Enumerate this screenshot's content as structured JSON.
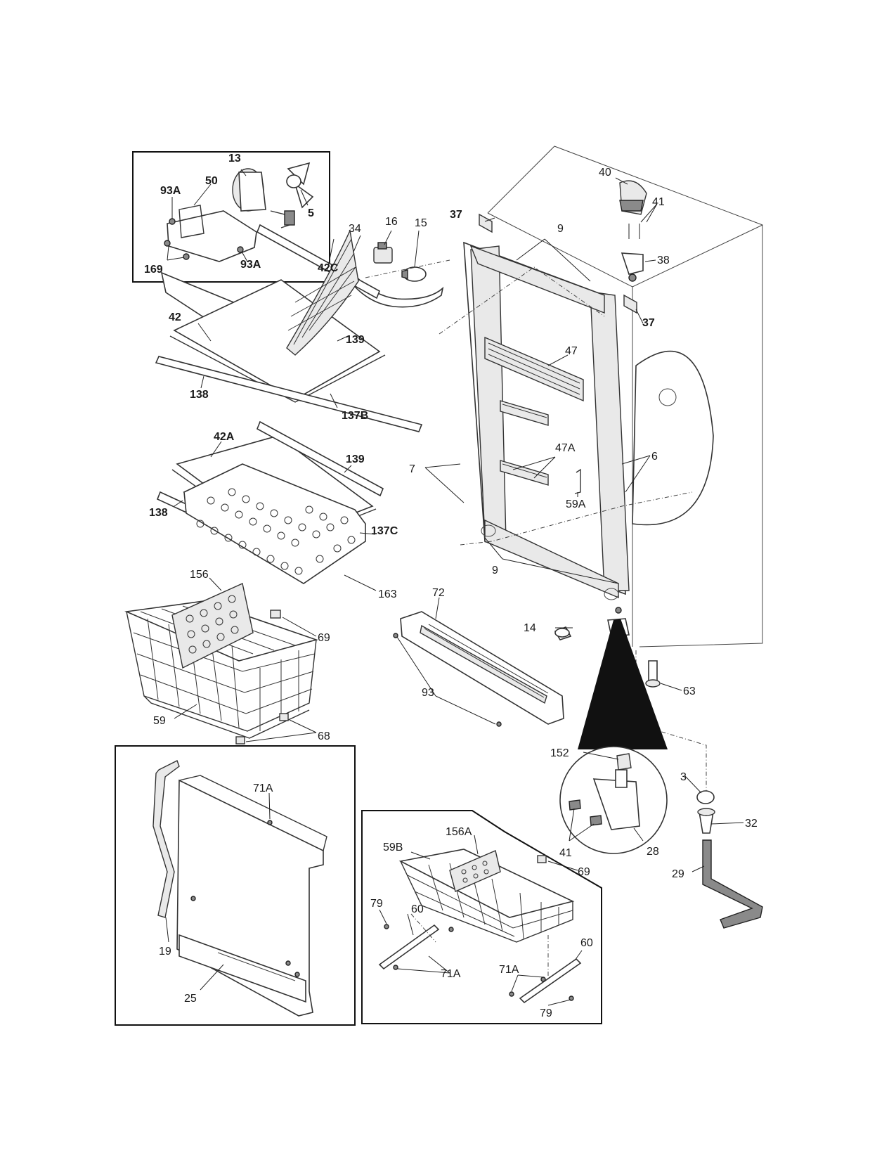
{
  "labels": {
    "l13": "13",
    "l50": "50",
    "l93A_1": "93A",
    "l5": "5",
    "l169": "169",
    "l93A_2": "93A",
    "l34": "34",
    "l16": "16",
    "l15": "15",
    "l37_1": "37",
    "l37_2": "37",
    "l40": "40",
    "l41_1": "41",
    "l38": "38",
    "l9_1": "9",
    "l9_2": "9",
    "l47": "47",
    "l47A": "47A",
    "l7": "7",
    "l6": "6",
    "l59A": "59A",
    "l42C": "42C",
    "l42": "42",
    "l139_1": "139",
    "l138_1": "138",
    "l137B": "137B",
    "l42A": "42A",
    "l139_2": "139",
    "l138_2": "138",
    "l137C": "137C",
    "l163": "163",
    "l156": "156",
    "l69_1": "69",
    "l59": "59",
    "l68": "68",
    "l72": "72",
    "l14": "14",
    "l93": "93",
    "l63": "63",
    "l152": "152",
    "l3": "3",
    "l32": "32",
    "l41_2": "41",
    "l28": "28",
    "l29": "29",
    "l71A_1": "71A",
    "l19": "19",
    "l25": "25",
    "l156A": "156A",
    "l59B": "59B",
    "l69_2": "69",
    "l79_1": "79",
    "l60_1": "60",
    "l71A_2": "71A",
    "l60_2": "60",
    "l71A_3": "71A",
    "l79_2": "79"
  }
}
